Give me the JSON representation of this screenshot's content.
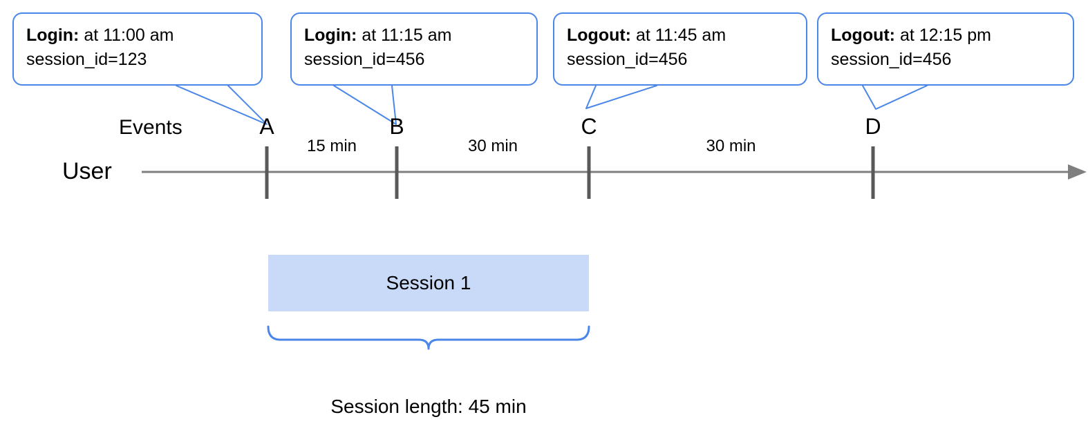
{
  "diagram": {
    "lane_labels": {
      "events": "Events",
      "user": "User"
    },
    "session_length_caption": "Session length: 45 min"
  },
  "callouts": [
    {
      "event_type": "Login:",
      "detail": "at 11:00 am",
      "session_line": "session_id=123",
      "points_to": "A"
    },
    {
      "event_type": "Login:",
      "detail": "at 11:15 am",
      "session_line": "session_id=456",
      "points_to": "B"
    },
    {
      "event_type": "Logout:",
      "detail": "at 11:45 am",
      "session_line": "session_id=456",
      "points_to": "C"
    },
    {
      "event_type": "Logout:",
      "detail": "at 12:15 pm",
      "session_line": "session_id=456",
      "points_to": "D"
    }
  ],
  "timeline": {
    "ticks": [
      {
        "label": "A",
        "time": "11:00 am"
      },
      {
        "label": "B",
        "time": "11:15 am"
      },
      {
        "label": "C",
        "time": "11:45 am"
      },
      {
        "label": "D",
        "time": "12:15 pm"
      }
    ],
    "intervals": [
      {
        "from": "A",
        "to": "B",
        "label": "15 min"
      },
      {
        "from": "B",
        "to": "C",
        "label": "30 min"
      },
      {
        "from": "C",
        "to": "D",
        "label": "30 min"
      }
    ]
  },
  "session": {
    "bar_label": "Session 1",
    "start_tick": "A",
    "end_tick": "C",
    "length": "45 min"
  },
  "colors": {
    "callout_border": "#4a86e8",
    "session_bar_fill": "#c9daf8",
    "brace": "#4a86e8",
    "axis": "#7f7f7f",
    "tick": "#595959",
    "text": "#000000"
  }
}
